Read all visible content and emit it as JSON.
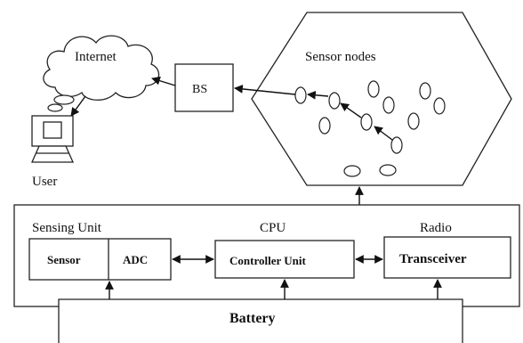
{
  "labels": {
    "internet": "Internet",
    "bs": "BS",
    "sensor_nodes": "Sensor nodes",
    "user": "User",
    "sensing_unit": "Sensing Unit",
    "cpu": "CPU",
    "radio": "Radio",
    "sensor": "Sensor",
    "adc": "ADC",
    "controller_unit": "Controller Unit",
    "transceiver": "Transceiver",
    "battery": "Battery"
  },
  "colors": {
    "stroke": "#222222",
    "background": "#ffffff",
    "text": "#111111"
  },
  "icons": {
    "user_terminal": "computer-terminal-icon",
    "cloud": "cloud-icon"
  }
}
